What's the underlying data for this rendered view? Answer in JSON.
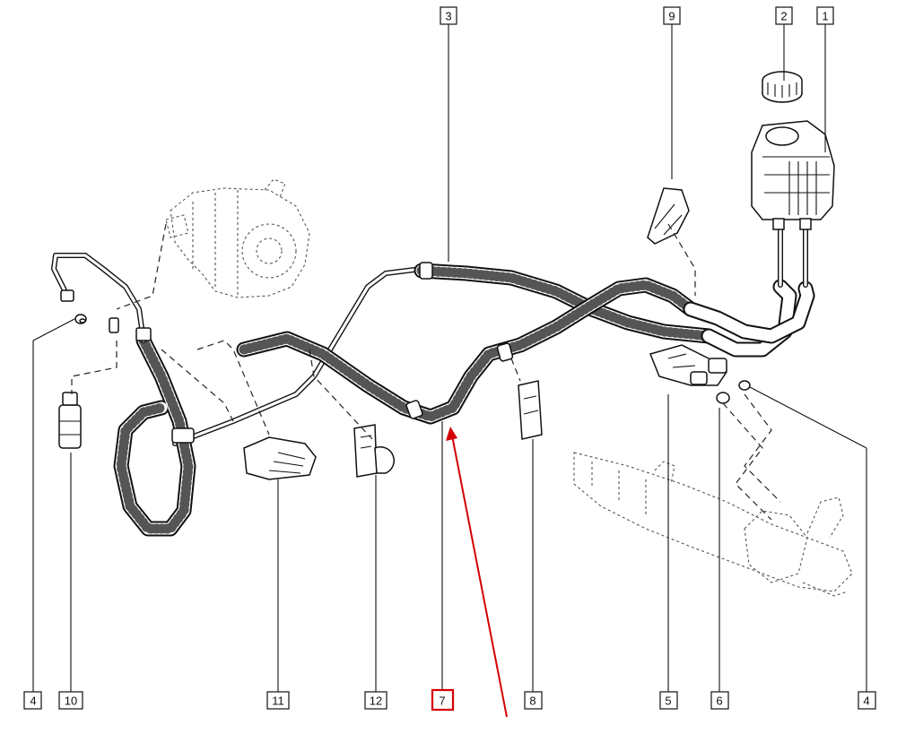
{
  "callouts": [
    {
      "id": "c3",
      "label": "3"
    },
    {
      "id": "c9",
      "label": "9"
    },
    {
      "id": "c2",
      "label": "2"
    },
    {
      "id": "c1",
      "label": "1"
    },
    {
      "id": "c4-left",
      "label": "4"
    },
    {
      "id": "c10",
      "label": "10"
    },
    {
      "id": "c11",
      "label": "11"
    },
    {
      "id": "c12",
      "label": "12"
    },
    {
      "id": "c7",
      "label": "7"
    },
    {
      "id": "c8",
      "label": "8"
    },
    {
      "id": "c5",
      "label": "5"
    },
    {
      "id": "c6",
      "label": "6"
    },
    {
      "id": "c4-right",
      "label": "4"
    }
  ],
  "highlight": {
    "callout": "7",
    "color": "#d40000"
  },
  "colors": {
    "line": "#111111",
    "accent": "#d40000",
    "background": "#ffffff"
  }
}
